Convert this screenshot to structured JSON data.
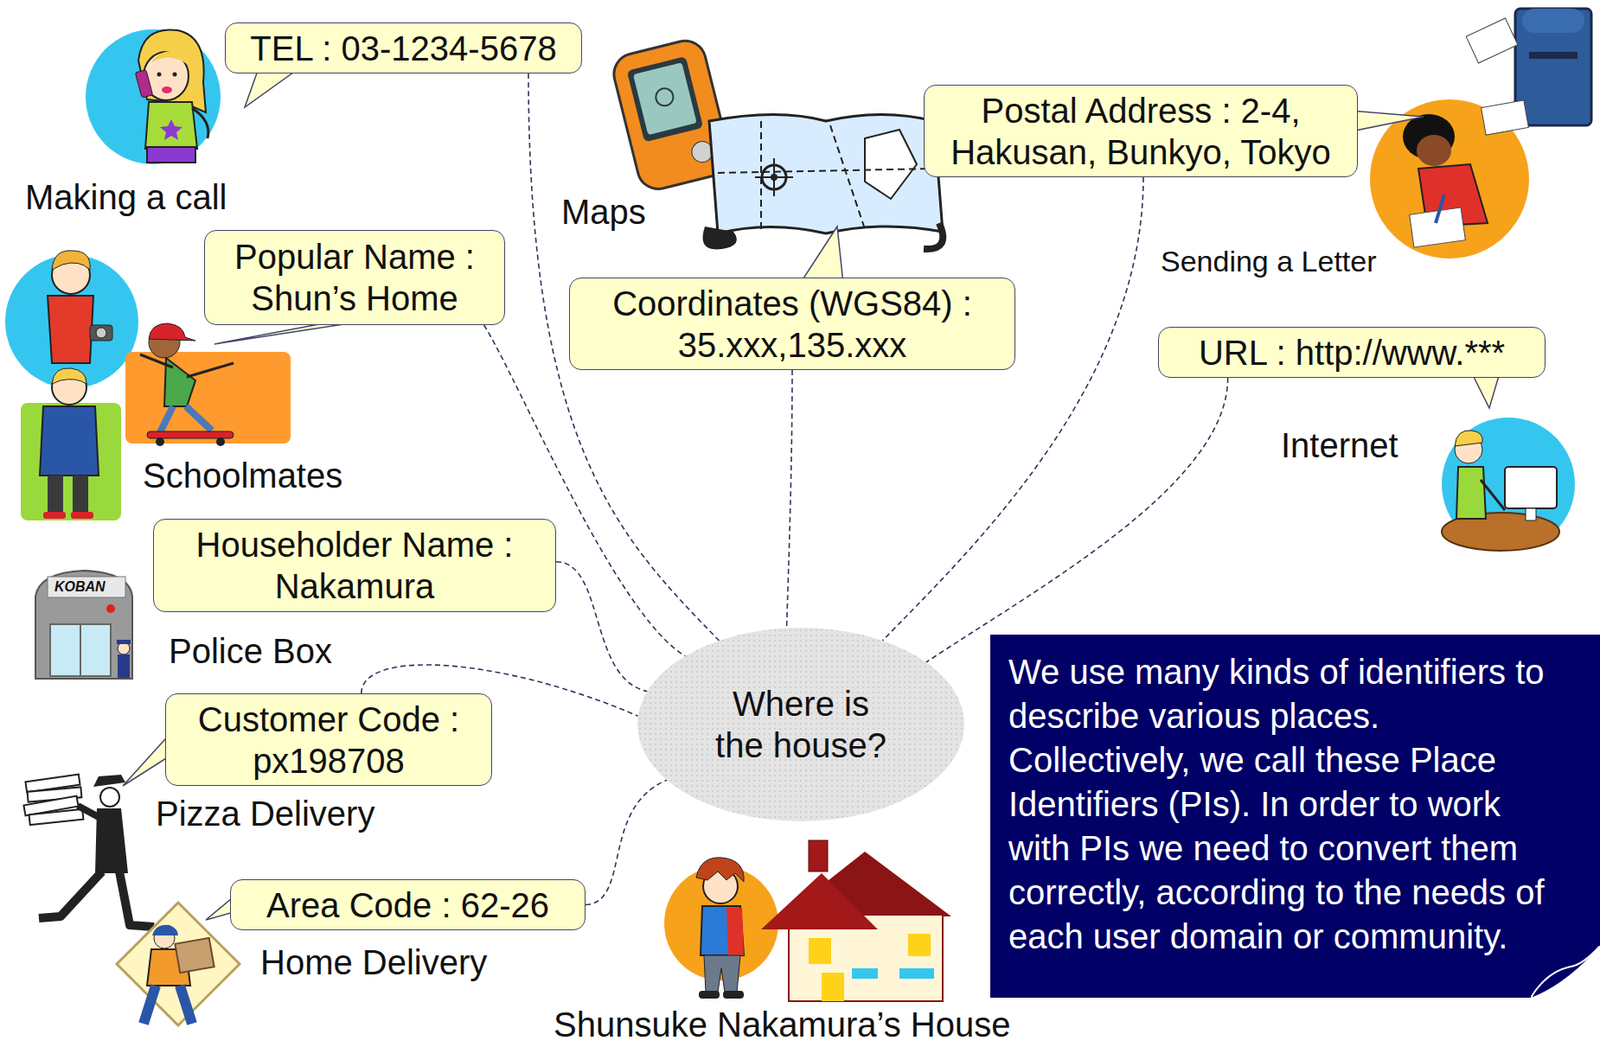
{
  "diagram": {
    "nodes": [
      {
        "text": [
          "TEL : 03-1234-5678"
        ]
      },
      {
        "text": [
          "Postal Address : 2-4, Hakusan, Bunkyo, Tokyo"
        ]
      },
      {
        "text": [
          "Popular Name : Shun’s Home"
        ]
      },
      {
        "text": [
          "Coordinates (WGS84) : 35.xxx,135.xxx"
        ]
      },
      {
        "text": [
          "URL : http://www.***"
        ]
      },
      {
        "text": [
          "Householder Name : Nakamura"
        ]
      },
      {
        "text": [
          "Where is the house?"
        ]
      },
      {
        "text": [
          "We use many kinds of identifiers to describe various places. Collectively, we call these Place Identifiers (PIs). In order to work with PIs we need to convert them correctly, according to the needs of each user domain or community."
        ]
      },
      {
        "text": [
          "Customer Code : px198708"
        ]
      },
      {
        "text": [
          "Area Code : 62-26"
        ]
      }
    ],
    "edges": [
      {
        "from": 0,
        "to": 6,
        "arrow": "none"
      },
      {
        "from": 1,
        "to": 6,
        "arrow": "none"
      },
      {
        "from": 2,
        "to": 6,
        "arrow": "none"
      },
      {
        "from": 3,
        "to": 6,
        "arrow": "none"
      },
      {
        "from": 4,
        "to": 6,
        "arrow": "none"
      },
      {
        "from": 5,
        "to": 6,
        "arrow": "none"
      },
      {
        "from": 8,
        "to": 6,
        "arrow": "none"
      },
      {
        "from": 9,
        "to": 6,
        "arrow": "none"
      }
    ],
    "labels": [
      "Making a call",
      "Maps",
      "Sending a Letter",
      "Internet",
      "Schoolmates",
      "KOBAN",
      "Police Box",
      "Pizza Delivery",
      "Home Delivery",
      "Shunsuke Nakamura’s House"
    ]
  }
}
